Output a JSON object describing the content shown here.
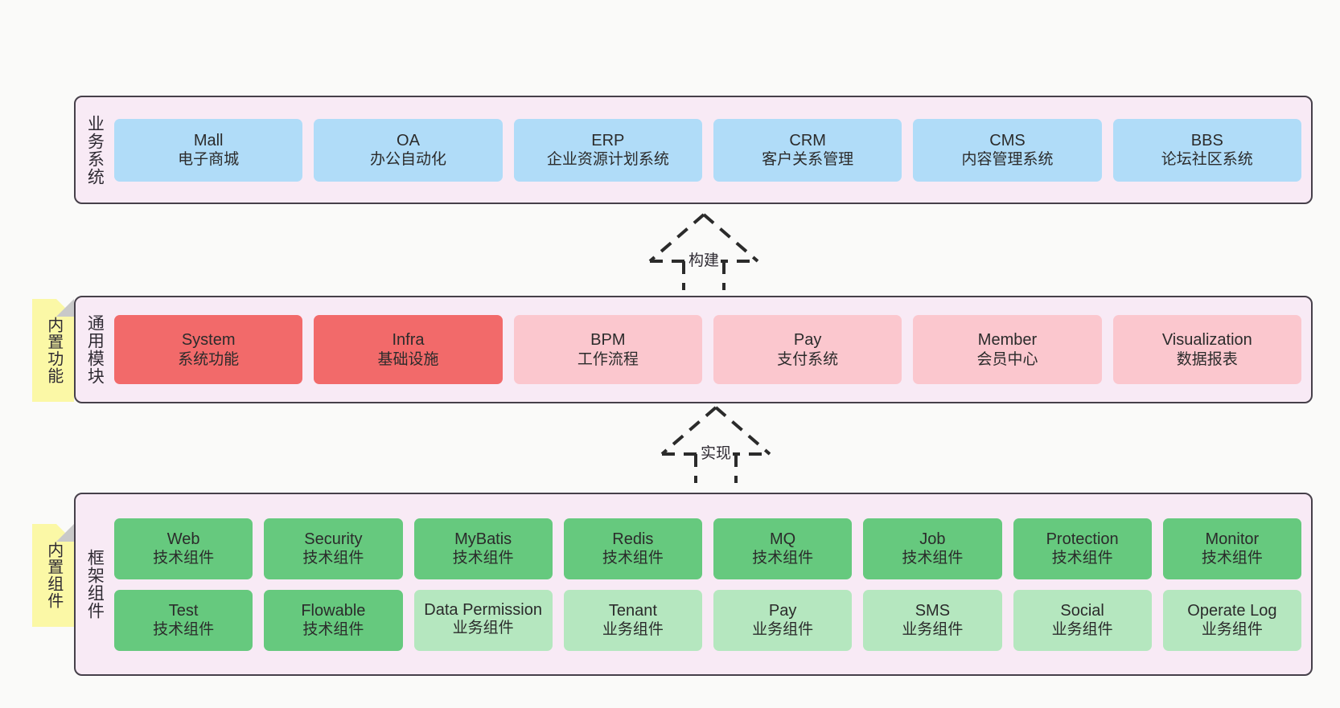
{
  "page": {
    "background": "#fafaf9",
    "panel_background": "#f8eaf5",
    "panel_border": "#46404a"
  },
  "notes": [
    {
      "id": "builtin-features",
      "text": "内置功能",
      "color": "#fbf8a6"
    },
    {
      "id": "builtin-components",
      "text": "内置组件",
      "color": "#fbf8a6"
    }
  ],
  "connectors": [
    {
      "id": "build",
      "label": "构建",
      "style": "dashed-hollow-triangle"
    },
    {
      "id": "implement",
      "label": "实现",
      "style": "dashed-hollow-triangle"
    }
  ],
  "sections": [
    {
      "id": "business-systems",
      "title": "业务系统",
      "card_color": "#b0dcf8",
      "rows": [
        [
          {
            "en": "Mall",
            "cn": "电子商城",
            "color": "#b0dcf8"
          },
          {
            "en": "OA",
            "cn": "办公自动化",
            "color": "#b0dcf8"
          },
          {
            "en": "ERP",
            "cn": "企业资源计划系统",
            "color": "#b0dcf8"
          },
          {
            "en": "CRM",
            "cn": "客户关系管理",
            "color": "#b0dcf8"
          },
          {
            "en": "CMS",
            "cn": "内容管理系统",
            "color": "#b0dcf8"
          },
          {
            "en": "BBS",
            "cn": "论坛社区系统",
            "color": "#b0dcf8"
          }
        ]
      ]
    },
    {
      "id": "common-modules",
      "title": "通用模块",
      "rows": [
        [
          {
            "en": "System",
            "cn": "系统功能",
            "color": "#f26a6a"
          },
          {
            "en": "Infra",
            "cn": "基础设施",
            "color": "#f26a6a"
          },
          {
            "en": "BPM",
            "cn": "工作流程",
            "color": "#fbc7ce"
          },
          {
            "en": "Pay",
            "cn": "支付系统",
            "color": "#fbc7ce"
          },
          {
            "en": "Member",
            "cn": "会员中心",
            "color": "#fbc7ce"
          },
          {
            "en": "Visualization",
            "cn": "数据报表",
            "color": "#fbc7ce"
          }
        ]
      ]
    },
    {
      "id": "framework-components",
      "title": "框架组件",
      "rows": [
        [
          {
            "en": "Web",
            "cn": "技术组件",
            "color": "#66c97e"
          },
          {
            "en": "Security",
            "cn": "技术组件",
            "color": "#66c97e"
          },
          {
            "en": "MyBatis",
            "cn": "技术组件",
            "color": "#66c97e"
          },
          {
            "en": "Redis",
            "cn": "技术组件",
            "color": "#66c97e"
          },
          {
            "en": "MQ",
            "cn": "技术组件",
            "color": "#66c97e"
          },
          {
            "en": "Job",
            "cn": "技术组件",
            "color": "#66c97e"
          },
          {
            "en": "Protection",
            "cn": "技术组件",
            "color": "#66c97e"
          },
          {
            "en": "Monitor",
            "cn": "技术组件",
            "color": "#66c97e"
          }
        ],
        [
          {
            "en": "Test",
            "cn": "技术组件",
            "color": "#66c97e"
          },
          {
            "en": "Flowable",
            "cn": "技术组件",
            "color": "#66c97e"
          },
          {
            "en": "Data Permission",
            "cn": "业务组件",
            "color": "#b5e7bf"
          },
          {
            "en": "Tenant",
            "cn": "业务组件",
            "color": "#b5e7bf"
          },
          {
            "en": "Pay",
            "cn": "业务组件",
            "color": "#b5e7bf"
          },
          {
            "en": "SMS",
            "cn": "业务组件",
            "color": "#b5e7bf"
          },
          {
            "en": "Social",
            "cn": "业务组件",
            "color": "#b5e7bf"
          },
          {
            "en": "Operate Log",
            "cn": "业务组件",
            "color": "#b5e7bf"
          }
        ]
      ]
    }
  ]
}
